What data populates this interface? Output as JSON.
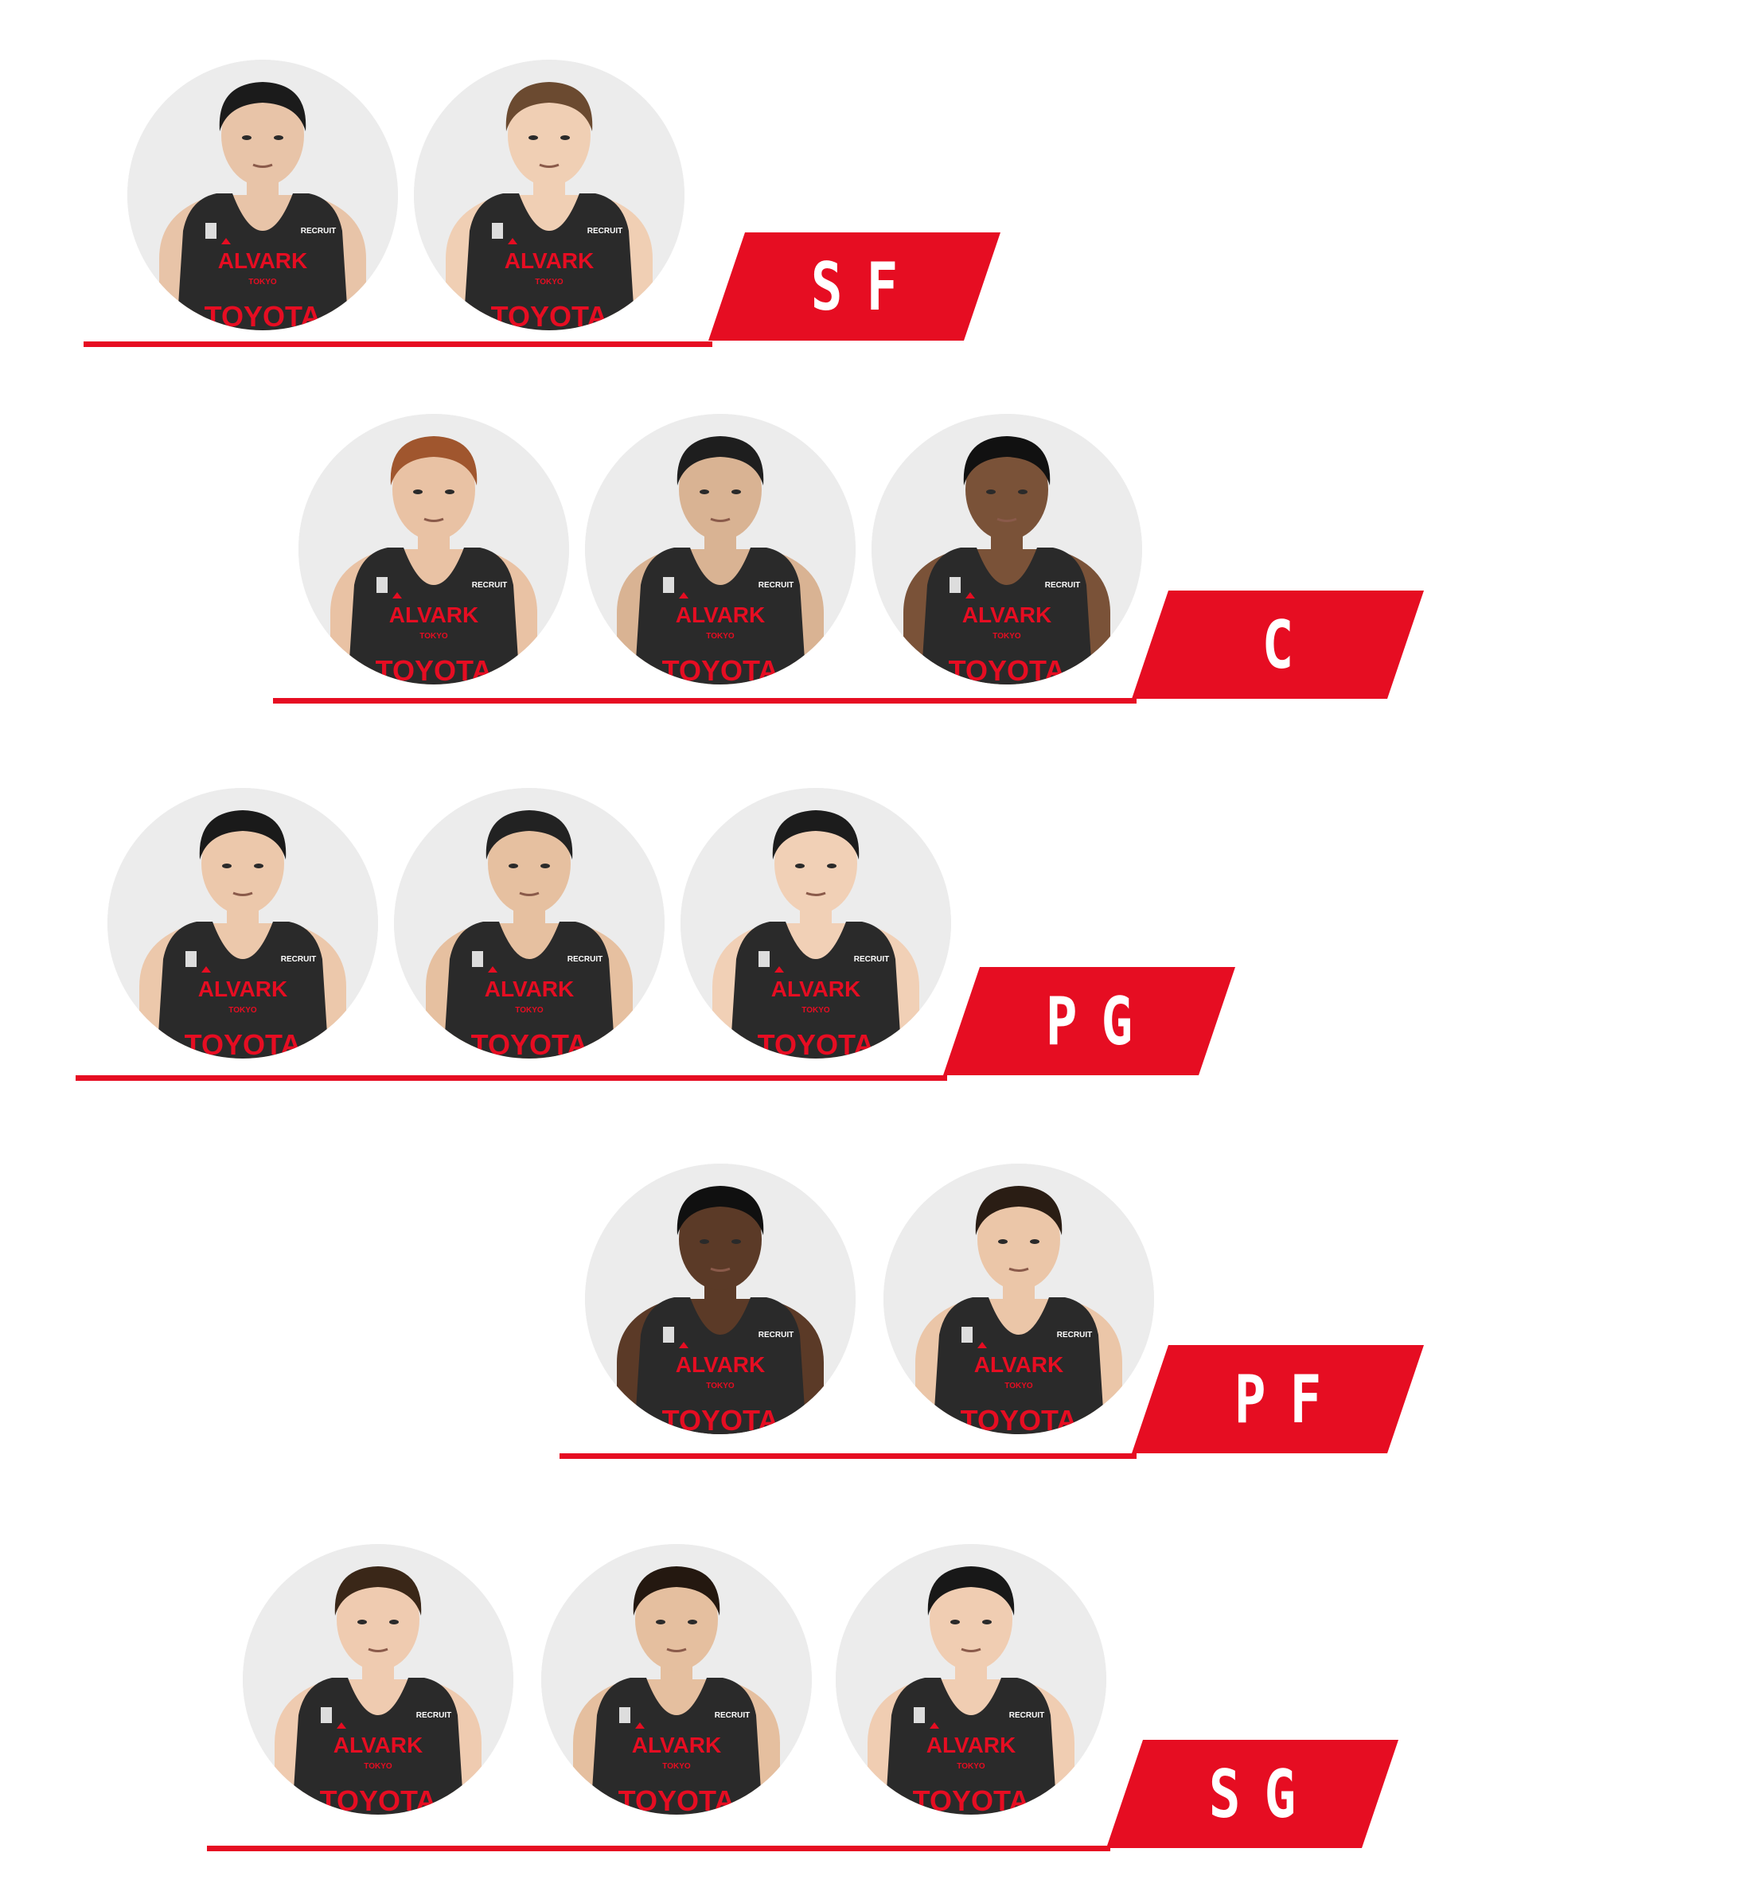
{
  "positions": [
    {
      "label": "SF",
      "players": 2
    },
    {
      "label": "C",
      "players": 3
    },
    {
      "label": "PG",
      "players": 3
    },
    {
      "label": "PF",
      "players": 2
    },
    {
      "label": "SG",
      "players": 3
    }
  ],
  "jersey": {
    "team": "ALVARK",
    "city": "TOKYO",
    "sponsor": "TOYOTA",
    "sponsor2": "RECRUIT"
  },
  "colors": {
    "accent": "#e60d22",
    "jersey": "#2a2a2a",
    "background": "#ffffff"
  }
}
